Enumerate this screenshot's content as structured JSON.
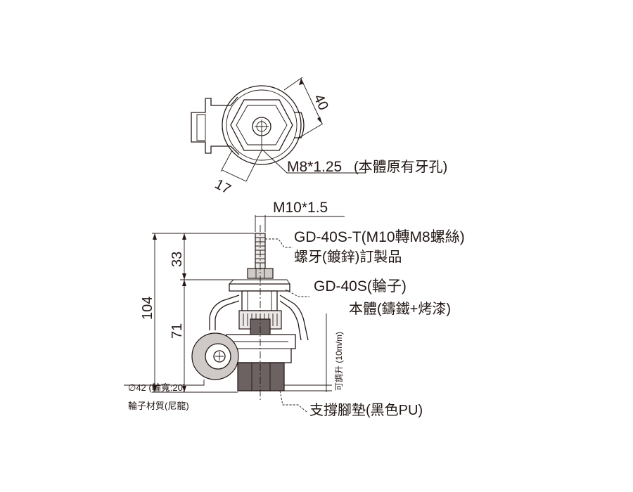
{
  "top_view": {
    "dim_width": "40",
    "dim_hex": "17",
    "thread_label": "M8*1.25",
    "thread_note": "(本體原有牙孔)"
  },
  "side_view": {
    "stud_thread": "M10*1.5",
    "dim_total": "104",
    "dim_stud": "33",
    "dim_body": "71",
    "adjust_label": "可調升 (10m/m)",
    "wheel_dim": "∅42 (輪寬:20)",
    "wheel_material": "輪子材質(尼龍)",
    "callout_stud_line1": "GD-40S-T(M10轉M8螺絲)",
    "callout_stud_line2": "螺牙(鍍鋅)訂製品",
    "callout_body_line1": "GD-40S(輪子)",
    "callout_body_line2": "本體(鑄鐵+烤漆)",
    "callout_pad": "支撐腳墊(黑色PU)"
  },
  "colors": {
    "ink": "#231815",
    "dark_fill": "#6b6261",
    "gray_fill": "#cfcac8"
  }
}
